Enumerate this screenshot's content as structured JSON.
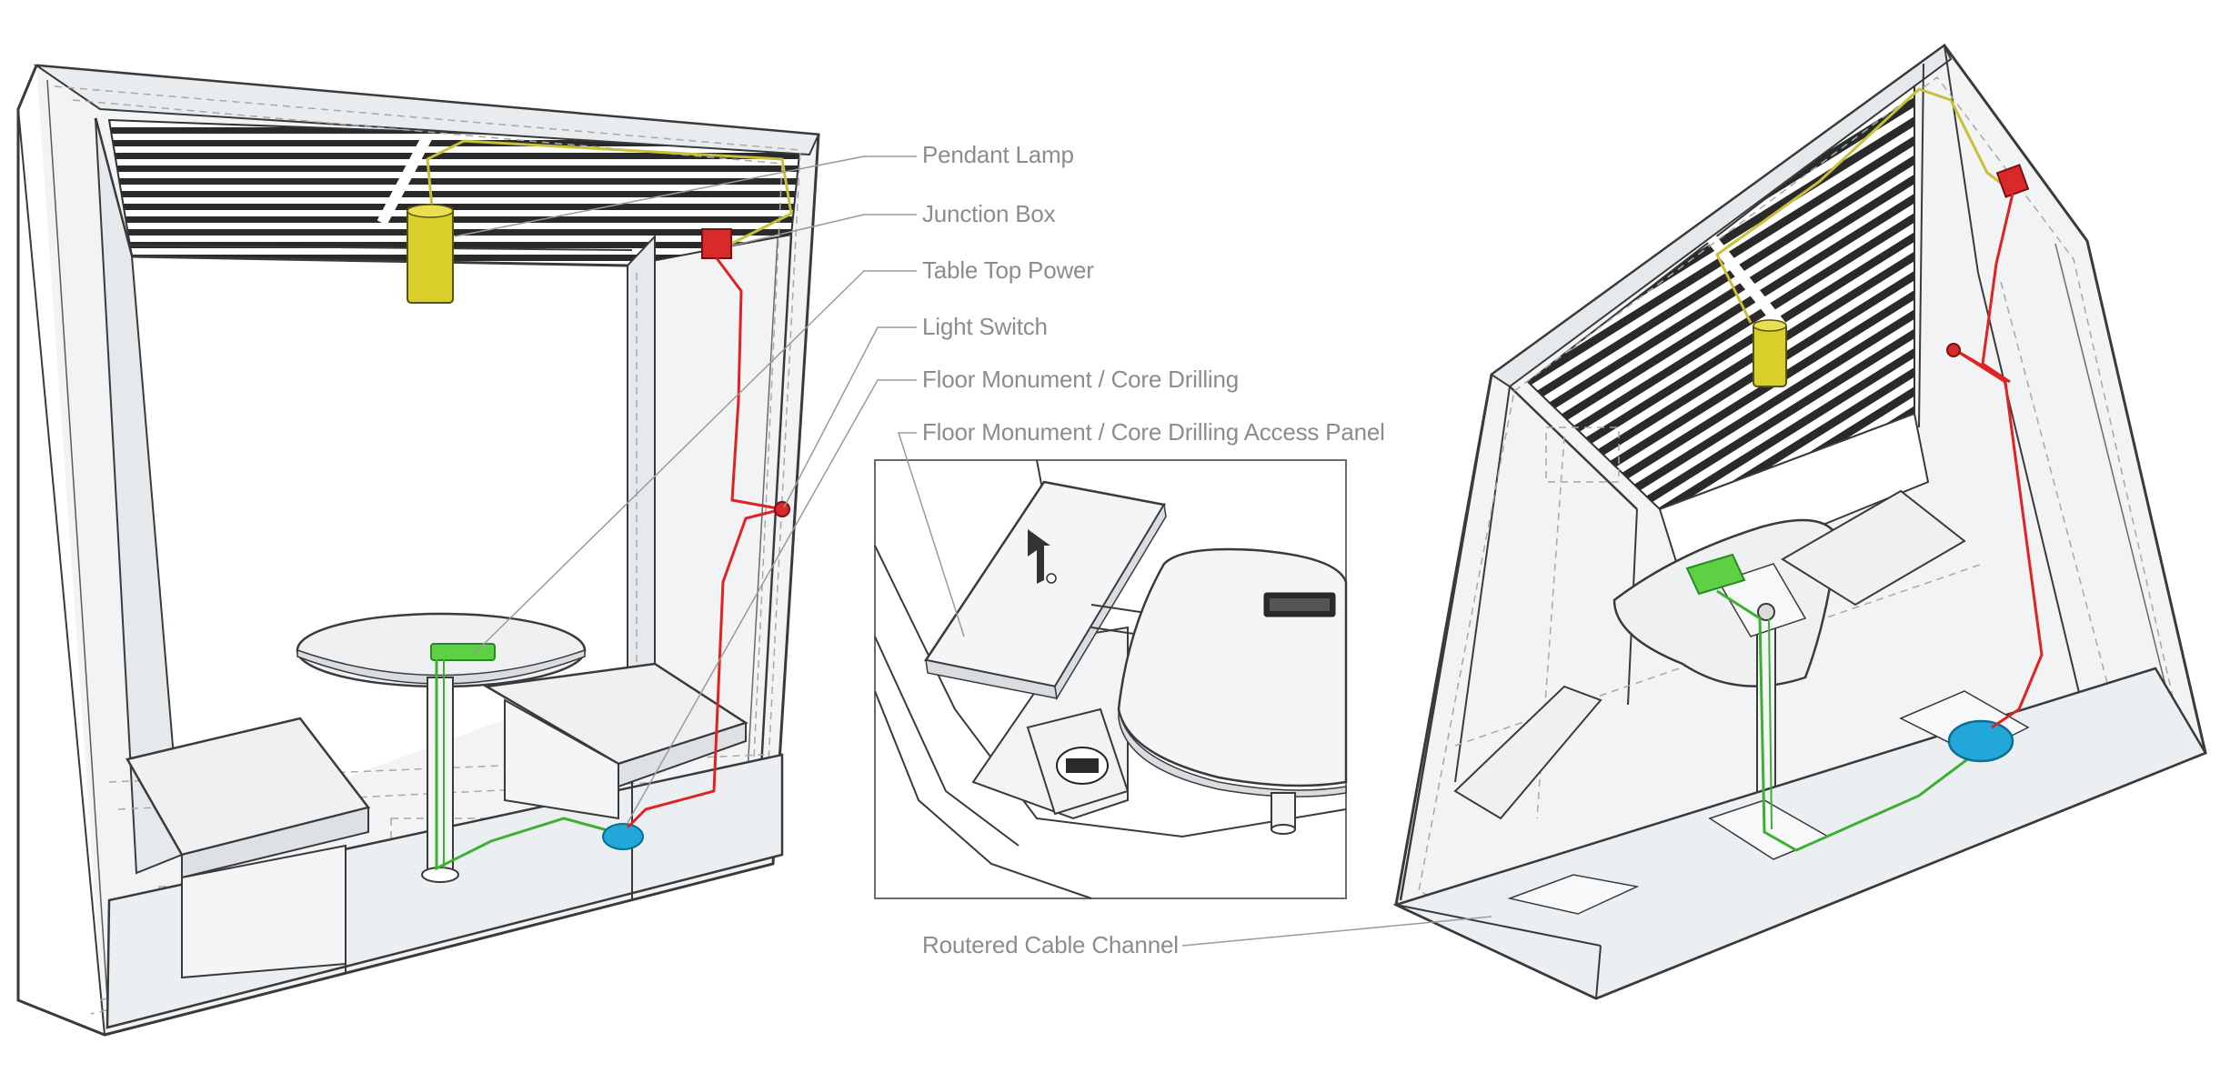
{
  "labels": {
    "pendant_lamp": "Pendant Lamp",
    "junction_box": "Junction Box",
    "table_top_power": "Table Top Power",
    "light_switch": "Light Switch",
    "floor_monument": "Floor Monument / Core Drilling",
    "access_panel": "Floor Monument / Core Drilling Access Panel",
    "routered_cable_channel": "Routered Cable Channel"
  },
  "colors": {
    "frame_line": "#3a3a3a",
    "hidden_line": "#a8a8a8",
    "panel_fill": "#eef0f2",
    "lamp": "#d8cf2a",
    "lamp_cable": "#c8c036",
    "power_cable": "#e02222",
    "junction_box": "#d82a2a",
    "data_cable": "#3cb031",
    "table_power": "#5ed044",
    "floor_monument": "#22a8d8",
    "leader_line": "#9a9a9a"
  }
}
